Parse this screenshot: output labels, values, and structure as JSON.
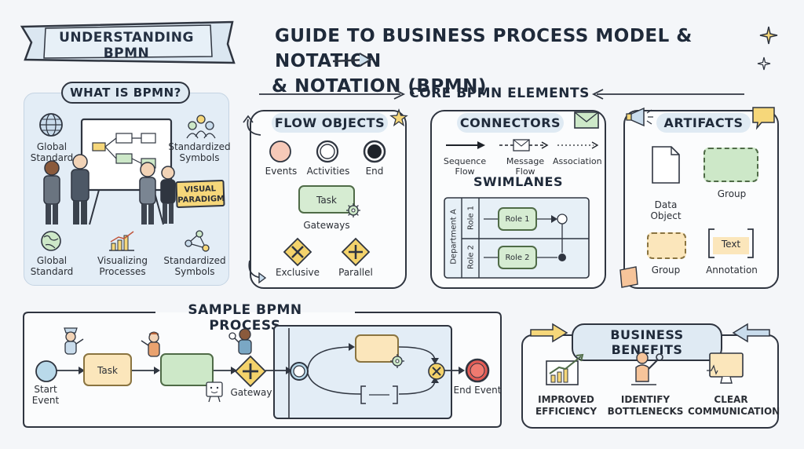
{
  "banner": {
    "title": "UNDERSTANDING BPMN"
  },
  "main_title": {
    "line1": "GUIDE TO BUSINESS PROCESS MODEL & NOTATION",
    "line2": "& NOTATION (BPMN)"
  },
  "what_is": {
    "heading": "WHAT IS BPMN?",
    "global_standard_top": "Global Standard",
    "standardized_symbols_top": "Standardized Symbols",
    "badge": "VISUAL PARADIGM",
    "global_standard_bottom": "Global Standard",
    "visualizing": "Visualizing Processes",
    "standardized_symbols_bottom": "Standardized Symbols"
  },
  "core": {
    "heading": "CORE BPMN ELEMENTS",
    "flow_objects": {
      "title": "FLOW OBJECTS",
      "events": "Events",
      "activities": "Activities",
      "end": "End",
      "task": "Task",
      "gateways": "Gateways",
      "exclusive": "Exclusive",
      "parallel": "Parallel"
    },
    "connectors": {
      "title": "CONNECTORS",
      "sequence": "Sequence Flow",
      "message": "Message Flow",
      "association": "Association"
    },
    "swimlanes": {
      "title": "SWIMLANES",
      "department": "Department A",
      "role1_lane": "Role 1",
      "role2_lane": "Role 2",
      "role1": "Role 1",
      "role2": "Role 2"
    },
    "artifacts": {
      "title": "ARTIFACTS",
      "data_object": "Data Object",
      "group_top": "Group",
      "group_bottom": "Group",
      "text": "Text",
      "annotation": "Annotation"
    }
  },
  "sample": {
    "heading": "SAMPLE BPMN PROCESS",
    "start": "Start Event",
    "task": "Task",
    "gateway": "Gateway",
    "end": "End Event"
  },
  "benefits": {
    "heading": "BUSINESS BENEFITS",
    "improved": "IMPROVED EFFICIENCY",
    "identify": "IDENTIFY BOTTLENECKS",
    "clear": "CLEAR COMMUNICATION"
  },
  "colors": {
    "event_start": "#f6c9b8",
    "task_green": "#d6ecd2",
    "task_yellow": "#fbe6bb",
    "gateway_yellow": "#f4d36b",
    "end_red": "#e45b55",
    "start_blue": "#b9d9ea"
  }
}
